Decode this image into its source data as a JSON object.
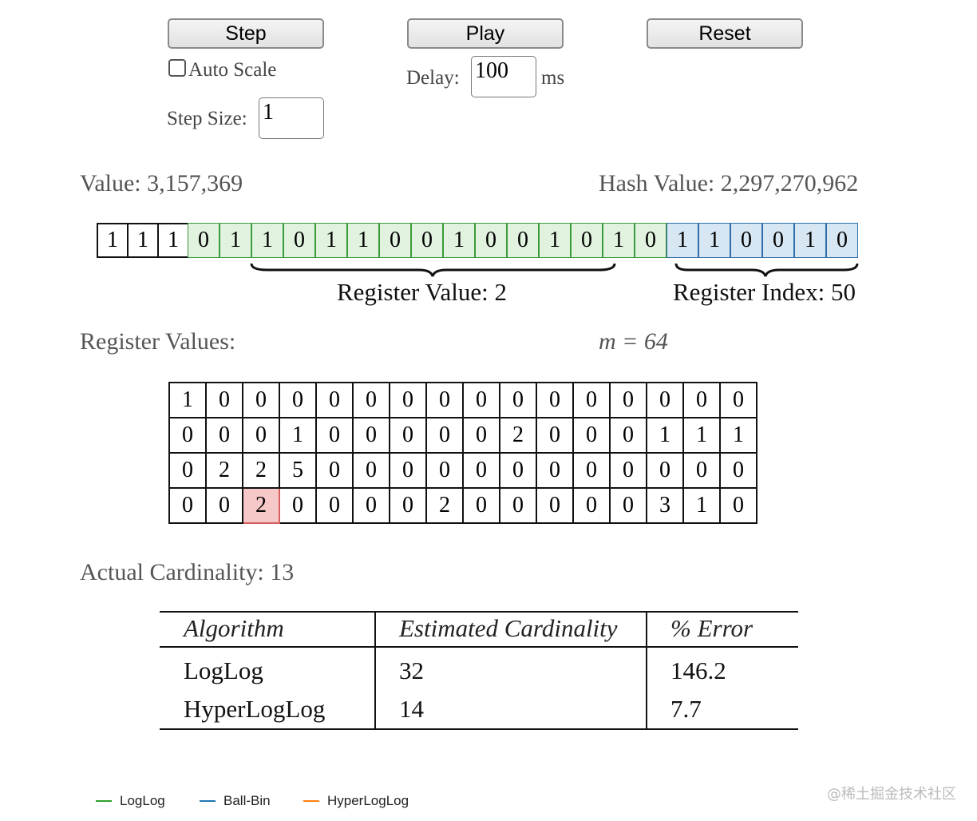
{
  "controls": {
    "step_label": "Step",
    "play_label": "Play",
    "reset_label": "Reset",
    "auto_scale_label": "Auto Scale",
    "auto_scale_checked": false,
    "delay_label": "Delay:",
    "delay_value": "100",
    "delay_unit": "ms",
    "step_size_label": "Step Size:",
    "step_size_value": "1"
  },
  "value_label": "Value: 3,157,369",
  "hash_label": "Hash Value: 2,297,270,962",
  "bits": {
    "plain": [
      "1",
      "1",
      "1"
    ],
    "value_bits": [
      "0",
      "1",
      "1",
      "0",
      "1",
      "1",
      "0",
      "0",
      "1",
      "0",
      "0",
      "1",
      "0",
      "1",
      "0"
    ],
    "index_bits": [
      "1",
      "1",
      "0",
      "0",
      "1",
      "0"
    ]
  },
  "register_value_label": "Register Value: 2",
  "register_index_label": "Register Index: 50",
  "register_values_label": "Register Values:",
  "m_label": "m = 64",
  "registers": [
    [
      "1",
      "0",
      "0",
      "0",
      "0",
      "0",
      "0",
      "0",
      "0",
      "0",
      "0",
      "0",
      "0",
      "0",
      "0",
      "0"
    ],
    [
      "0",
      "0",
      "0",
      "1",
      "0",
      "0",
      "0",
      "0",
      "0",
      "2",
      "0",
      "0",
      "0",
      "1",
      "1",
      "1"
    ],
    [
      "0",
      "2",
      "2",
      "5",
      "0",
      "0",
      "0",
      "0",
      "0",
      "0",
      "0",
      "0",
      "0",
      "0",
      "0",
      "0"
    ],
    [
      "0",
      "0",
      "2",
      "0",
      "0",
      "0",
      "0",
      "2",
      "0",
      "0",
      "0",
      "0",
      "0",
      "3",
      "1",
      "0"
    ]
  ],
  "highlight": {
    "row": 3,
    "col": 2
  },
  "actual_cardinality_label": "Actual Cardinality: 13",
  "estimates": {
    "headers": [
      "Algorithm",
      "Estimated Cardinality",
      "% Error"
    ],
    "rows": [
      [
        "LogLog",
        "32",
        "146.2"
      ],
      [
        "HyperLogLog",
        "14",
        "7.7"
      ]
    ]
  },
  "legend": [
    {
      "label": "LogLog",
      "color": "#2ca02c"
    },
    {
      "label": "Ball-Bin",
      "color": "#1f77b4"
    },
    {
      "label": "HyperLogLog",
      "color": "#ff7f0e"
    }
  ],
  "watermark": "@稀土掘金技术社区"
}
